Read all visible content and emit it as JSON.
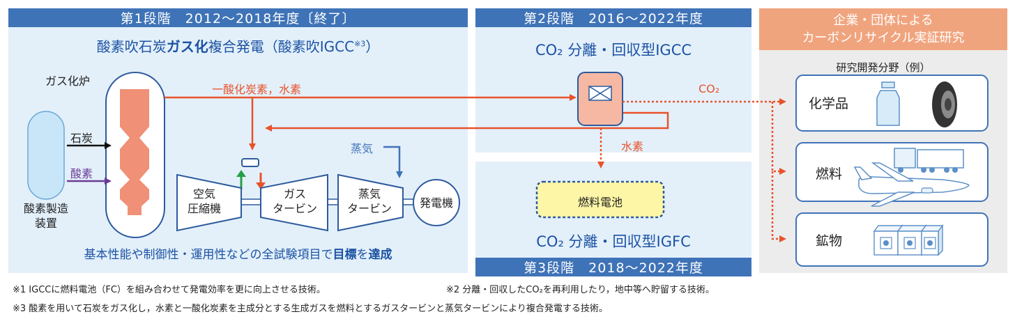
{
  "phase1": {
    "header": "第1段階　2012〜2018年度〔終了〕",
    "title_pre": "酸素吹石炭",
    "title_bold": "ガス化",
    "title_post": "複合発電（酸素吹IGCC",
    "title_sup": "※3",
    "title_close": "）",
    "gasifier_label": "ガス化炉",
    "coal_label": "石炭",
    "oxygen_label": "酸素",
    "oxygen_plant_label_line1": "酸素製造",
    "oxygen_plant_label_line2": "装置",
    "co_h2_label": "一酸化炭素，水素",
    "steam_label": "蒸気",
    "compressor_line1": "空気",
    "compressor_line2": "圧縮機",
    "gas_turbine_line1": "ガス",
    "gas_turbine_line2": "タービン",
    "steam_turbine_line1": "蒸気",
    "steam_turbine_line2": "タービン",
    "generator_label": "発電機",
    "achievement_pre": "基本性能や制御性・運用性などの全試験項目で",
    "achievement_bold1": "目標",
    "achievement_mid": "を",
    "achievement_bold2": "達成"
  },
  "phase2": {
    "header": "第2段階　2016〜2022年度",
    "title": "CO₂ 分離・回収型IGCC",
    "co2_label": "CO₂",
    "h2_label": "水素"
  },
  "phase3": {
    "header": "第3段階　2018〜2022年度",
    "fuel_cell_label": "燃料電池",
    "title": "CO₂ 分離・回収型IGFC"
  },
  "recycle": {
    "header_line1": "企業・団体による",
    "header_line2": "カーボンリサイクル実証研究",
    "fields_label": "研究開発分野（例）",
    "items": [
      {
        "label": "化学品",
        "icon": "bottle-tire-icon"
      },
      {
        "label": "燃料",
        "icon": "truck-airplane-icon"
      },
      {
        "label": "鉱物",
        "icon": "concrete-blocks-icon"
      }
    ]
  },
  "notes": {
    "note1": "※1 IGCCに燃料電池（FC）を組み合わせて発電効率を更に向上させる技術。",
    "note2": "※2 分離・回収したCO₂を再利用したり，地中等へ貯留する技術。",
    "note3": "※3 酸素を用いて石炭をガス化し，水素と一酸化炭素を主成分とする生成ガスを燃料とするガスタービンと蒸気タービンにより複合発電する技術。"
  },
  "colors": {
    "header_blue": "#3f73b7",
    "panel_blue": "#e3f0fa",
    "recycle_header": "#f0a47e",
    "recycle_panel": "#ececec",
    "flow_red": "#e8522b",
    "gasifier_fill": "#ef9077",
    "title_blue": "#1c52a3",
    "fuel_cell_yellow": "#fdf6a6",
    "oxygen_purple": "#6a3a95",
    "air_green": "#24a148"
  }
}
